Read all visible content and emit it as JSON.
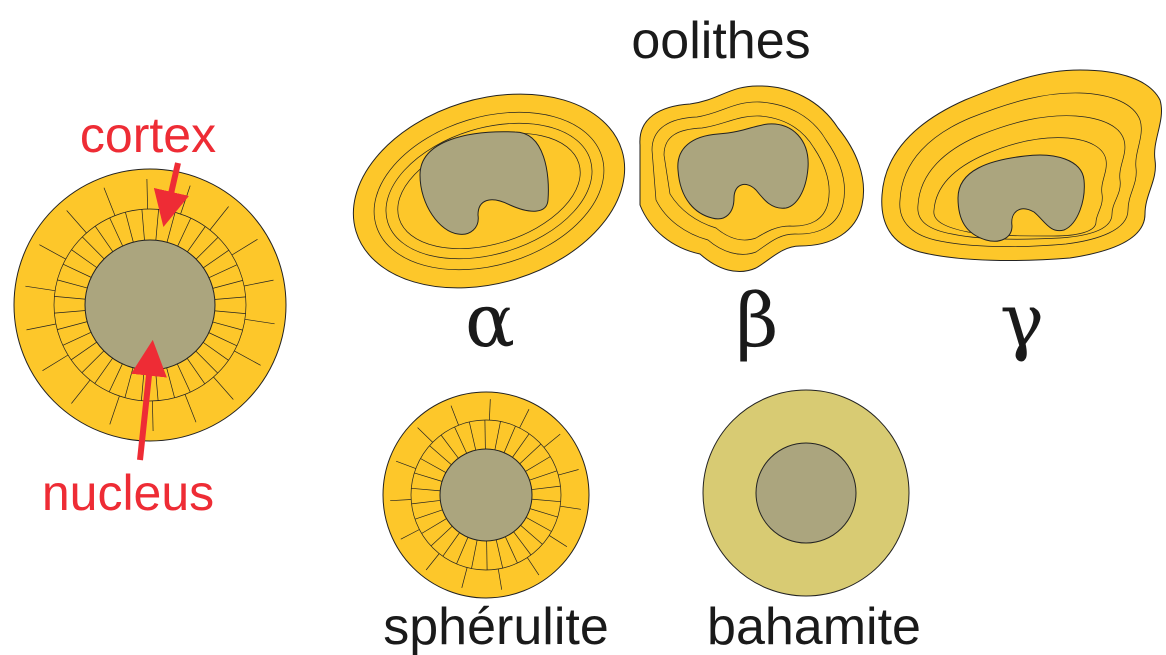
{
  "title": "oolithes",
  "colors": {
    "cortex_fill": "#FDC72A",
    "nucleus_fill": "#ABA57E",
    "bahamite_cortex_fill": "#D8CB73",
    "outline": "#222222",
    "annotation": "#EE2C35",
    "text": "#1A1A1A"
  },
  "anatomy": {
    "cortex_label": "cortex",
    "nucleus_label": "nucleus"
  },
  "oolith_types": [
    {
      "label": "α"
    },
    {
      "label": "β"
    },
    {
      "label": "γ"
    }
  ],
  "other_grains": [
    {
      "label": "sphérulite"
    },
    {
      "label": "bahamite"
    }
  ]
}
